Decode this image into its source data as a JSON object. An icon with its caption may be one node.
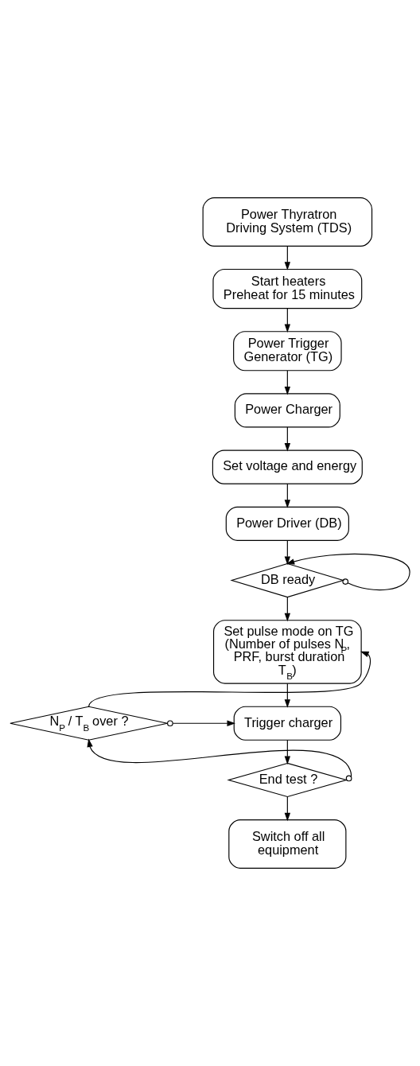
{
  "diagram": {
    "nodes": [
      {
        "text": [
          "Power Thyratron Driving System (TDS)"
        ]
      },
      {
        "text": [
          "Start heaters",
          "Preheat for 15 minutes"
        ]
      },
      {
        "text": [
          "Power Trigger Generator (TG)"
        ]
      },
      {
        "text": [
          "Power Charger"
        ]
      },
      {
        "text": [
          "Set voltage and energy"
        ]
      },
      {
        "text": [
          "Power Driver (DB)"
        ]
      },
      {
        "text": [
          "DB ready"
        ]
      },
      {
        "text": [
          "Set pulse mode on TG (Number of pulses N$_{P}$, PRF, burst duration T$_{B}$)"
        ]
      },
      {
        "text": [
          "Trigger charger"
        ]
      },
      {
        "text": [
          "N$_{P}$ / T$_{B}$ over ?"
        ]
      },
      {
        "text": [
          "End test ?"
        ]
      },
      {
        "text": [
          "Switch off all equipment"
        ]
      }
    ],
    "edges": [
      {
        "from": 0,
        "to": 1,
        "arrow": "to"
      },
      {
        "from": 1,
        "to": 2,
        "arrow": "to"
      },
      {
        "from": 2,
        "to": 3,
        "arrow": "to"
      },
      {
        "from": 3,
        "to": 4,
        "arrow": "to"
      },
      {
        "from": 4,
        "to": 5,
        "arrow": "to"
      },
      {
        "from": 5,
        "to": 6,
        "arrow": "to"
      },
      {
        "from": 6,
        "to": 6,
        "arrow": "to"
      },
      {
        "from": 6,
        "to": 7,
        "arrow": "to"
      },
      {
        "from": 7,
        "to": 8,
        "arrow": "to"
      },
      {
        "from": 8,
        "to": 10,
        "arrow": "to"
      },
      {
        "from": 10,
        "to": 9,
        "arrow": "to"
      },
      {
        "from": 9,
        "to": 8,
        "arrow": "to"
      },
      {
        "from": 9,
        "to": 7,
        "arrow": "to"
      },
      {
        "from": 10,
        "to": 11,
        "arrow": "to"
      }
    ]
  }
}
